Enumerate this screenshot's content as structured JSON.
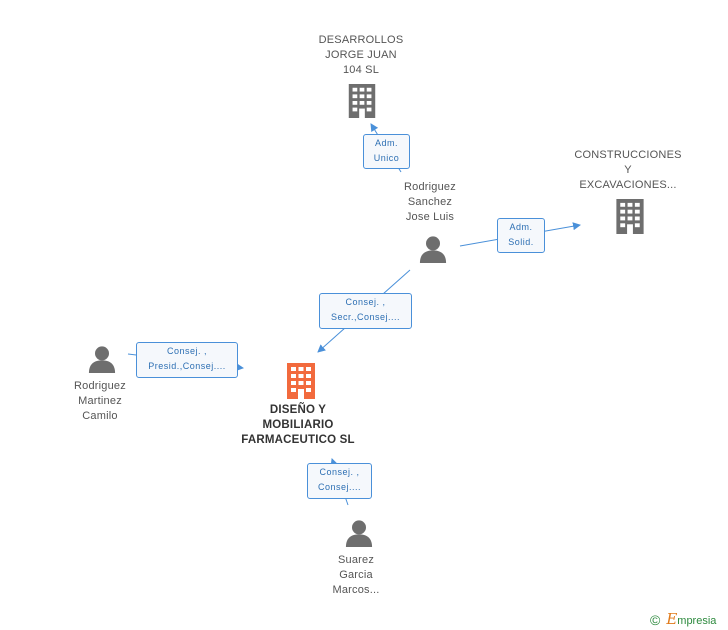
{
  "nodes": {
    "desarrollos": {
      "lines": [
        "DESARROLLOS",
        "JORGE JUAN",
        "104 SL"
      ],
      "type": "company"
    },
    "construcciones": {
      "lines": [
        "CONSTRUCCIONES",
        "Y",
        "EXCAVACIONES..."
      ],
      "type": "company"
    },
    "diseno": {
      "lines": [
        "DISEÑO Y",
        "MOBILIARIO",
        "FARMACEUTICO SL"
      ],
      "type": "company-main"
    },
    "rodriguez_sanchez": {
      "lines": [
        "Rodriguez",
        "Sanchez",
        "Jose Luis"
      ],
      "type": "person"
    },
    "rodriguez_martinez": {
      "lines": [
        "Rodriguez",
        "Martinez",
        "Camilo"
      ],
      "type": "person"
    },
    "suarez": {
      "lines": [
        "Suarez",
        "Garcia",
        "Marcos..."
      ],
      "type": "person"
    }
  },
  "edges": {
    "adm_unico": {
      "lines": [
        "Adm.",
        "Unico"
      ]
    },
    "adm_solid": {
      "lines": [
        "Adm.",
        "Solid."
      ]
    },
    "consej_secr": {
      "lines": [
        "Consej. ,",
        "Secr.,Consej...."
      ]
    },
    "consej_presid": {
      "lines": [
        "Consej. ,",
        "Presid.,Consej...."
      ]
    },
    "consej_consej": {
      "lines": [
        "Consej. ,",
        "Consej...."
      ]
    }
  },
  "colors": {
    "company": "#6e6e6e",
    "company_main": "#f26a3d",
    "person": "#6e6e6e",
    "edge": "#4a90d9"
  },
  "footer": {
    "copyright": "©",
    "brand_initial": "E",
    "brand_rest": "mpresia"
  }
}
